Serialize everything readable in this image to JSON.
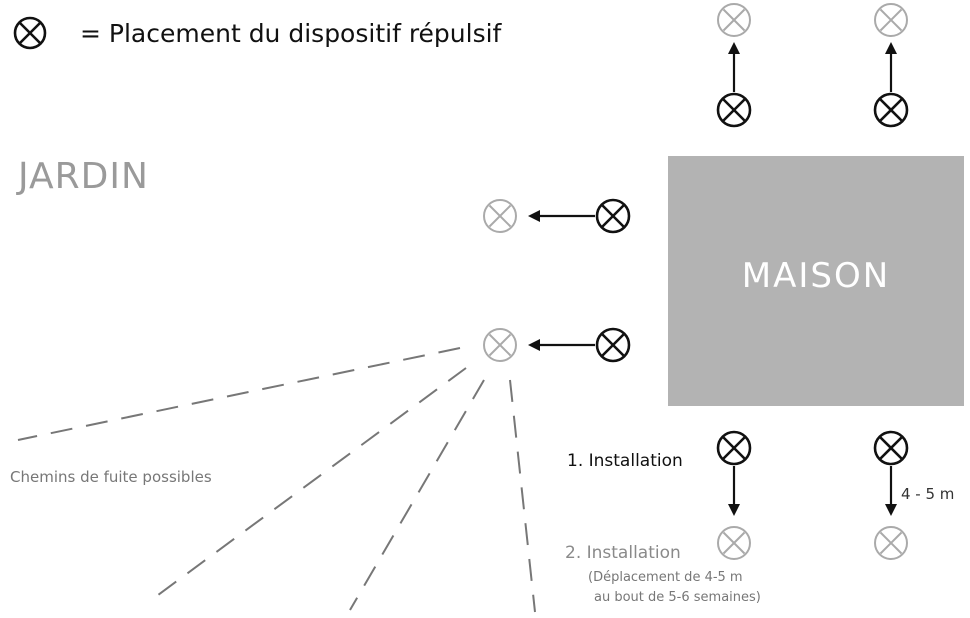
{
  "legend": {
    "text": "= Placement du dispositif répulsif"
  },
  "labels": {
    "garden": "JARDIN",
    "house": "MAISON",
    "step1": "1. Installation",
    "step2": "2. Installation",
    "step2_note_line1": "(Déplacement de 4-5 m",
    "step2_note_line2": "au bout de 5-6 semaines)",
    "distance": "4 - 5 m",
    "escape_paths": "Chemins de fuite possibles"
  },
  "colors": {
    "house_fill": "#b3b3b3",
    "device_active": "#111111",
    "device_moved": "#aaaaaa",
    "garden_text": "#9a9a9a",
    "dashed_line": "#777777"
  },
  "icons": {
    "device_symbol": "circled-x-icon",
    "arrow": "arrow-icon"
  }
}
